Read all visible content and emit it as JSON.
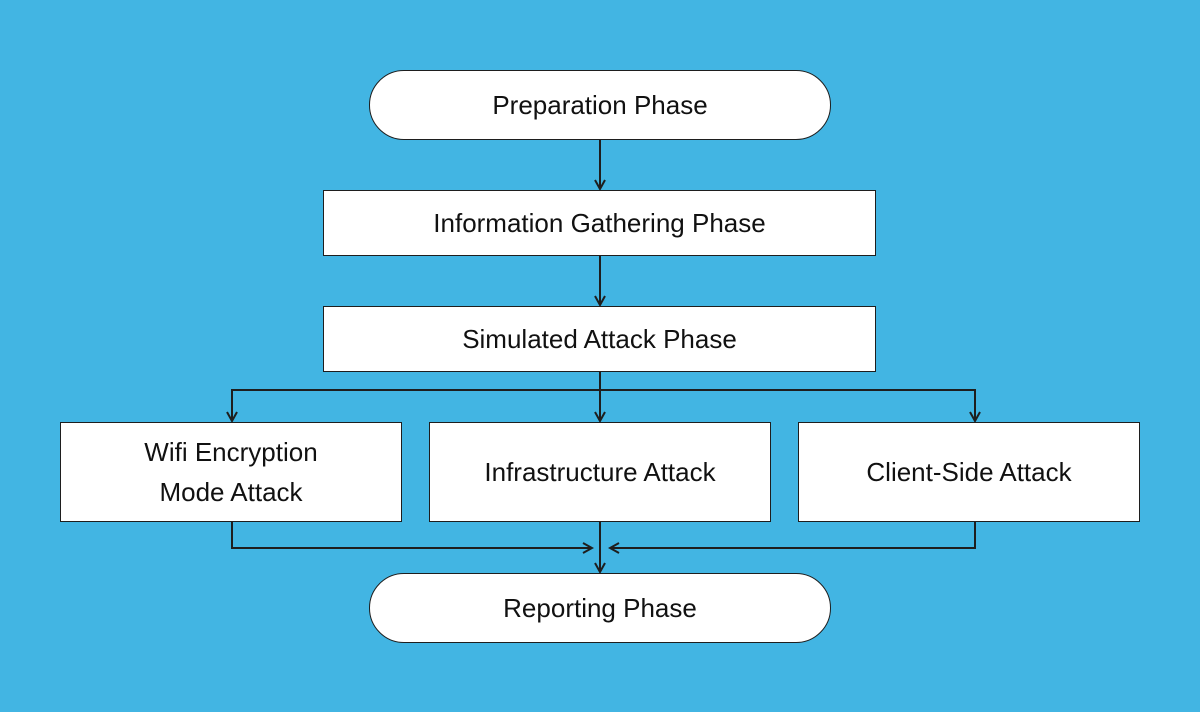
{
  "diagram": {
    "nodes": {
      "preparation": "Preparation Phase",
      "information_gathering": "Information Gathering Phase",
      "simulated_attack": "Simulated Attack Phase",
      "wifi_line1": "Wifi Encryption",
      "wifi_line2": "Mode Attack",
      "infrastructure": "Infrastructure Attack",
      "client_side": "Client-Side Attack",
      "reporting": "Reporting Phase"
    },
    "colors": {
      "background": "#42b5e3",
      "node_fill": "#ffffff",
      "stroke": "#1e1e1e"
    }
  }
}
